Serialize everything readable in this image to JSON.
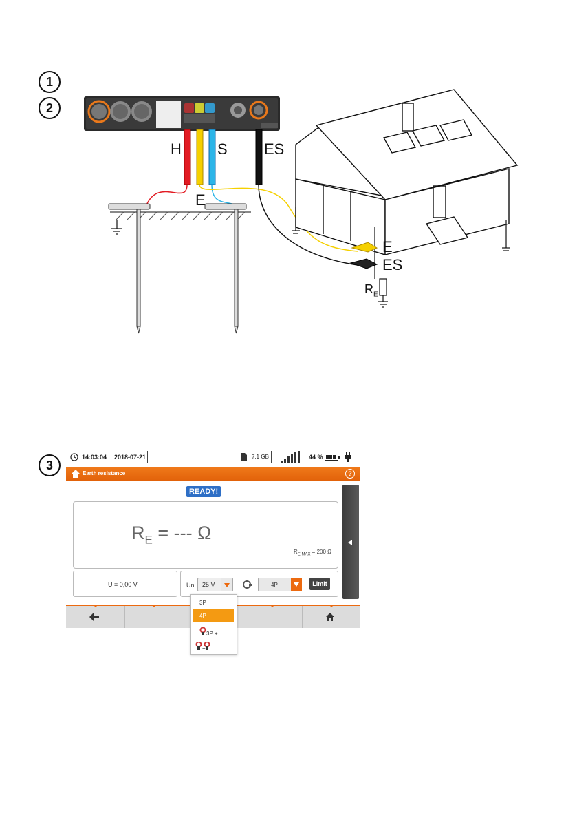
{
  "steps": [
    "1",
    "2",
    "3"
  ],
  "diagram_labels": {
    "h": "H",
    "e_lead": "E",
    "s": "S",
    "es_lead": "ES",
    "e_clip": "E",
    "es_clip": "ES",
    "re": "R",
    "re_sub": "E"
  },
  "screen": {
    "status": {
      "time": "14:03:04",
      "date": "2018-07-21",
      "storage": "7.1 GB",
      "battery": "44 %"
    },
    "title": "Earth resistance",
    "ready": "READY!",
    "result": {
      "symbol": "R",
      "sub": "E",
      "value": " = --- Ω"
    },
    "re_max": {
      "symbol": "R",
      "sub": "E MAX",
      "value": " = 200 Ω"
    },
    "voltage": "U = 0,00 V",
    "un_label": "Un",
    "un_value": "25 V",
    "mode_value": "4P",
    "limit_label": "Limit",
    "dropdown": {
      "options": [
        "3P",
        "4P",
        "3P +",
        "+"
      ],
      "selected": "4P"
    }
  },
  "colors": {
    "accent": "#ec6a10",
    "ready_badge": "#2e6fc6",
    "lead_h": "#e21b23",
    "lead_e": "#f5d000",
    "lead_s": "#2cb5e8",
    "lead_es": "#111111"
  },
  "icons": [
    "clock-icon",
    "sd-card-icon",
    "signal-icon",
    "battery-icon",
    "plug-icon",
    "home-icon",
    "help-icon",
    "clamp-icon",
    "back-arrow-icon"
  ]
}
